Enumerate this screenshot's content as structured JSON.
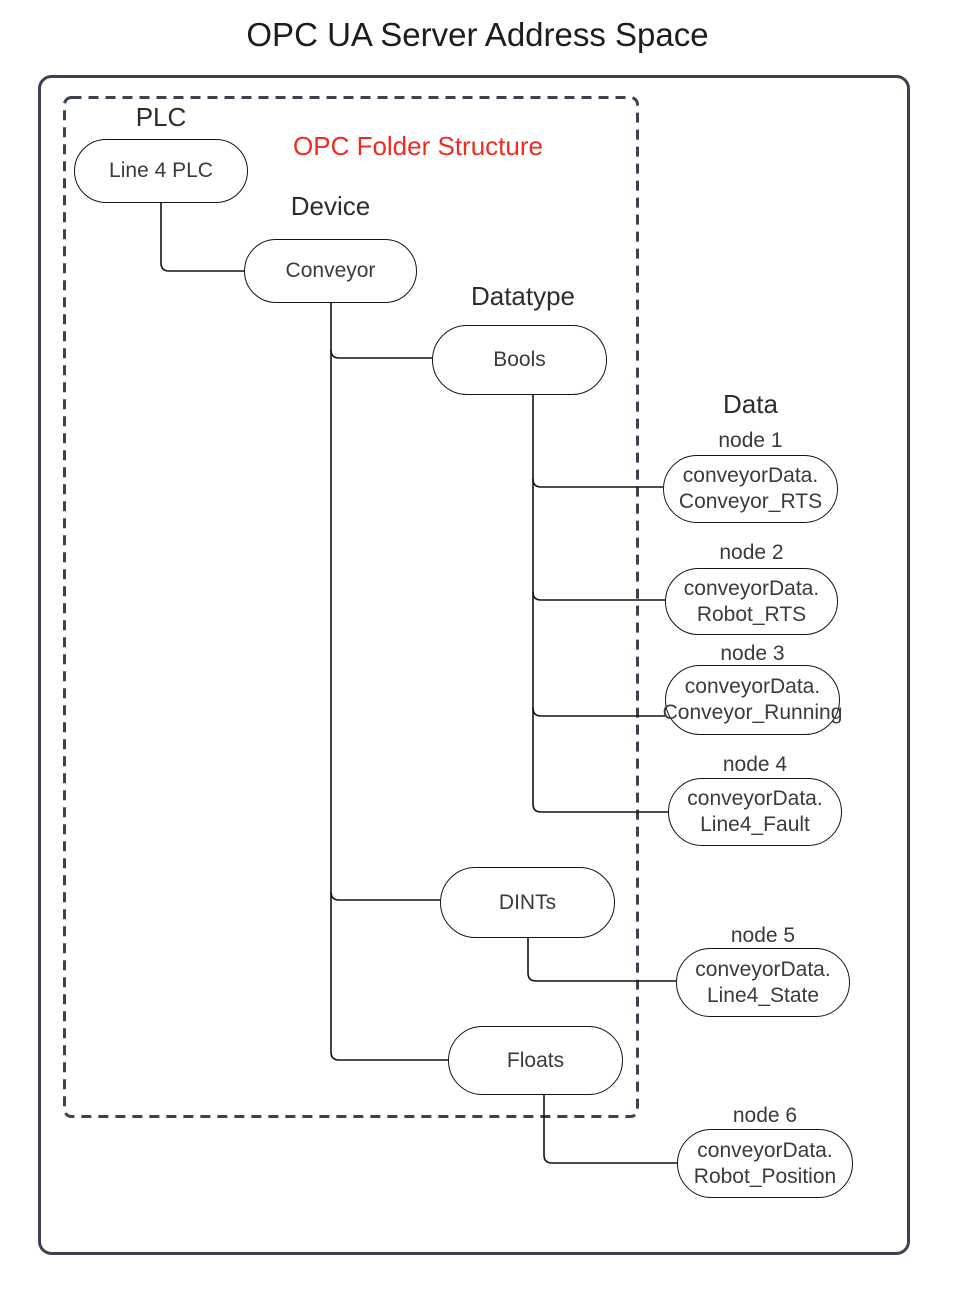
{
  "title": "OPC UA Server Address Space",
  "annotation": {
    "text": "OPC Folder Structure",
    "color": "#f02b21"
  },
  "palette": {
    "box_border": "#3d434e",
    "connector_stroke": "#141414"
  },
  "levels": {
    "plc": "PLC",
    "device": "Device",
    "datatype": "Datatype",
    "data": "Data"
  },
  "folders": {
    "plc": "Line 4 PLC",
    "device": "Conveyor",
    "datatypes": [
      "Bools",
      "DINTs",
      "Floats"
    ]
  },
  "data_nodes": [
    {
      "label": "node 1",
      "name_line1": "conveyorData.",
      "name_line2": "Conveyor_RTS",
      "parent": "Bools"
    },
    {
      "label": "node 2",
      "name_line1": "conveyorData.",
      "name_line2": "Robot_RTS",
      "parent": "Bools"
    },
    {
      "label": "node 3",
      "name_line1": "conveyorData.",
      "name_line2": "Conveyor_Running",
      "parent": "Bools"
    },
    {
      "label": "node 4",
      "name_line1": "conveyorData.",
      "name_line2": "Line4_Fault",
      "parent": "Bools"
    },
    {
      "label": "node 5",
      "name_line1": "conveyorData.",
      "name_line2": "Line4_State",
      "parent": "DINTs"
    },
    {
      "label": "node 6",
      "name_line1": "conveyorData.",
      "name_line2": "Robot_Position",
      "parent": "Floats"
    }
  ]
}
